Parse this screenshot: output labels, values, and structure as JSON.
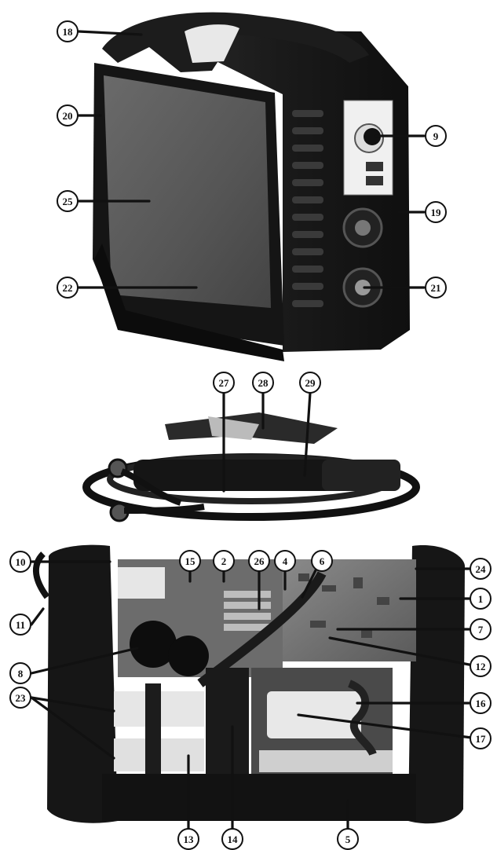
{
  "callouts": [
    {
      "id": "c18",
      "label": "18"
    },
    {
      "id": "c20",
      "label": "20"
    },
    {
      "id": "c25",
      "label": "25"
    },
    {
      "id": "c22",
      "label": "22"
    },
    {
      "id": "c9",
      "label": "9"
    },
    {
      "id": "c19",
      "label": "19"
    },
    {
      "id": "c21",
      "label": "21"
    },
    {
      "id": "c27",
      "label": "27"
    },
    {
      "id": "c28",
      "label": "28"
    },
    {
      "id": "c29",
      "label": "29"
    },
    {
      "id": "c15",
      "label": "15"
    },
    {
      "id": "c2",
      "label": "2"
    },
    {
      "id": "c26",
      "label": "26"
    },
    {
      "id": "c4",
      "label": "4"
    },
    {
      "id": "c6",
      "label": "6"
    },
    {
      "id": "c24",
      "label": "24"
    },
    {
      "id": "c10",
      "label": "10"
    },
    {
      "id": "c1",
      "label": "1"
    },
    {
      "id": "c11",
      "label": "11"
    },
    {
      "id": "c7",
      "label": "7"
    },
    {
      "id": "c8",
      "label": "8"
    },
    {
      "id": "c12",
      "label": "12"
    },
    {
      "id": "c16",
      "label": "16"
    },
    {
      "id": "c23",
      "label": "23"
    },
    {
      "id": "c17",
      "label": "17"
    },
    {
      "id": "c13",
      "label": "13"
    },
    {
      "id": "c14",
      "label": "14"
    },
    {
      "id": "c5",
      "label": "5"
    }
  ]
}
